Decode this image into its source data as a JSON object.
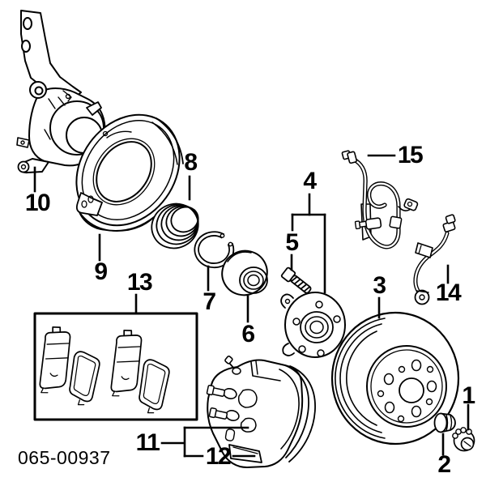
{
  "diagram": {
    "type": "exploded-parts-diagram",
    "subject": "front brake and wheel hub assembly line drawing",
    "colors": {
      "ink": "#000000",
      "background": "#ffffff"
    }
  },
  "callouts": {
    "n1": "1",
    "n2": "2",
    "n3": "3",
    "n4": "4",
    "n5": "5",
    "n6": "6",
    "n7": "7",
    "n8": "8",
    "n9": "9",
    "n10": "10",
    "n11": "11",
    "n12": "12",
    "n13": "13",
    "n14": "14",
    "n15": "15"
  },
  "footer": {
    "part_number": "065-00937"
  }
}
